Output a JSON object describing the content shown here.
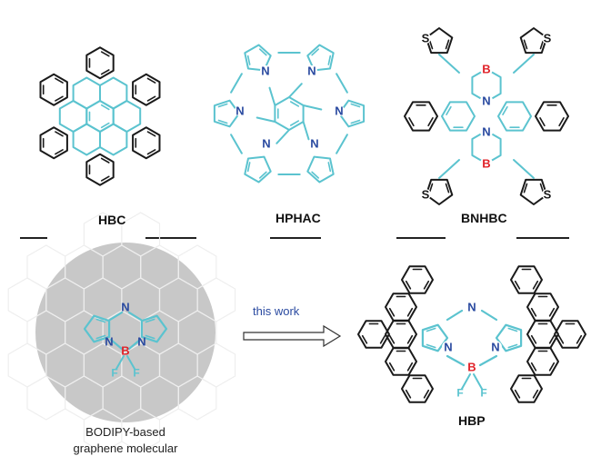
{
  "colors": {
    "bond": "#1a1a1a",
    "accent": "#5bc3cf",
    "nitrogen": "#2a4aa0",
    "boron": "#e0242b",
    "fluorine": "#5bc3cf",
    "sulfur": "#1a1a1a",
    "sphere": "#c9c9c9",
    "arrow_text": "#2a4aa0"
  },
  "molecules": [
    {
      "id": "hbc",
      "label": "HBC"
    },
    {
      "id": "hphac",
      "label": "HPHAC"
    },
    {
      "id": "bnhbc",
      "label": "BNHBC"
    },
    {
      "id": "hbp",
      "label": "HBP"
    }
  ],
  "atoms": {
    "N": "N",
    "B": "B",
    "F": "F",
    "S": "S"
  },
  "arrow": {
    "label": "this work"
  },
  "caption": {
    "line1": "BODIPY-based",
    "line2": "graphene  molecular"
  }
}
